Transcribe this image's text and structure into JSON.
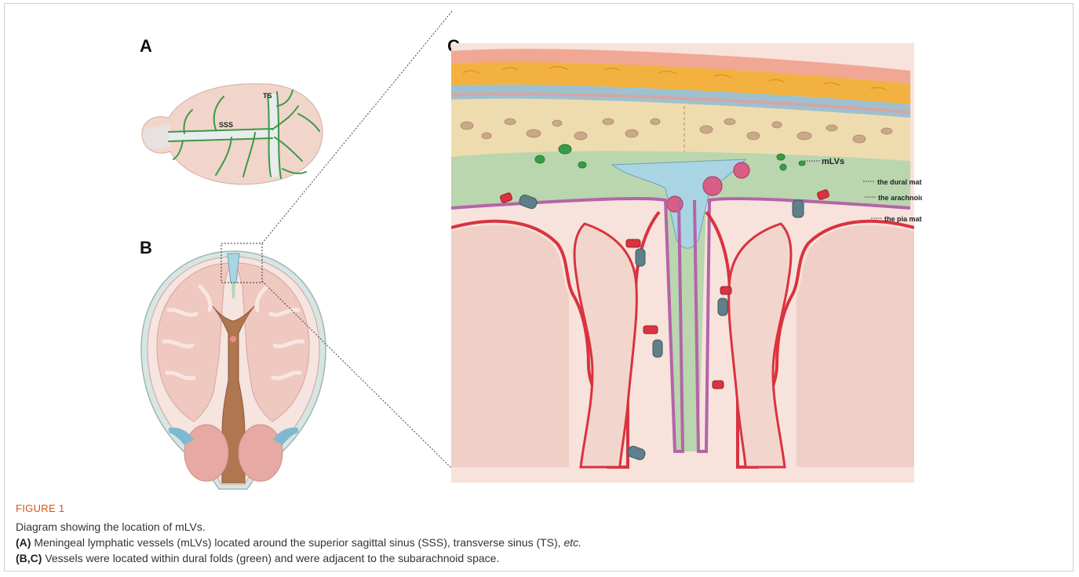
{
  "panels": {
    "a": "A",
    "b": "B",
    "c": "C"
  },
  "panel_a_labels": {
    "ts": "TS",
    "sss": "SSS"
  },
  "panel_c_labels": {
    "mlvs": "mLVs",
    "dural": "the dural mater",
    "arachnoid": "the arachnoid",
    "pia": "the pia mater"
  },
  "caption": {
    "figure_label": "FIGURE 1",
    "line1": "Diagram showing the location of mLVs.",
    "line2_tag": "(A)",
    "line2_text": " Meningeal lymphatic vessels (mLVs) located around the superior sagittal sinus (SSS), transverse sinus (TS), ",
    "line2_etc": "etc.",
    "line3_tag": "(B,C)",
    "line3_text": " Vessels were located within dural folds (green) and were adjacent to the subarachnoid space."
  },
  "colors": {
    "lymphatic_green": "#3a9b46",
    "dura_green": "#b9d6ae",
    "sinus_blue": "#a9d4e3",
    "bone": "#efdcae",
    "brain_pink": "#efc8c0",
    "artery_red": "#d9333f",
    "vein_slate": "#5f7f8a",
    "caption_orange": "#d4541c"
  }
}
